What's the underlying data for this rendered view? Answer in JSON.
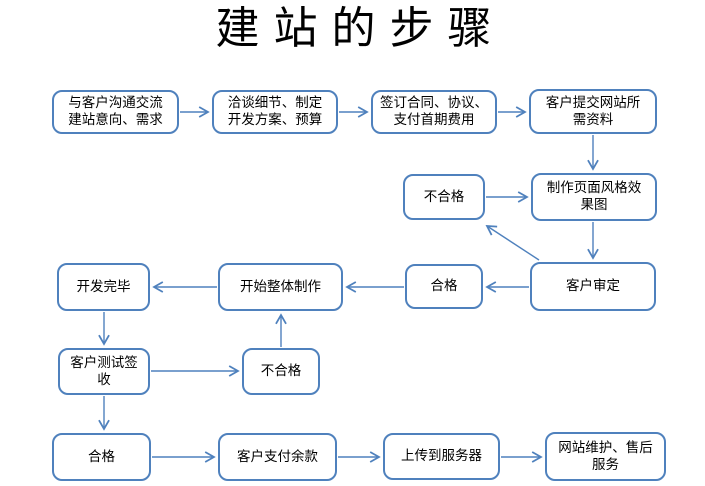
{
  "title": "建站的步骤",
  "diagram_type": "flowchart",
  "colors": {
    "accent": "#4f81bd",
    "background": "#ffffff",
    "text": "#000000"
  },
  "nodes": {
    "contact": {
      "label": "与客户沟通交流\n建站意向、需求"
    },
    "negotiate": {
      "label": "洽谈细节、制定\n开发方案、预算"
    },
    "contract": {
      "label": "签订合同、协议、\n支付首期费用"
    },
    "submit": {
      "label": "客户提交网站所\n需资料"
    },
    "fail_design": {
      "label": "不合格"
    },
    "design": {
      "label": "制作页面风格效\n果图"
    },
    "dev_done": {
      "label": "开发完毕"
    },
    "build": {
      "label": "开始整体制作"
    },
    "pass_review": {
      "label": "合格"
    },
    "review": {
      "label": "客户审定"
    },
    "test": {
      "label": "客户测试签\n收"
    },
    "fail_test": {
      "label": "不合格"
    },
    "pass_test": {
      "label": "合格"
    },
    "payment": {
      "label": "客户支付余款"
    },
    "upload": {
      "label": "上传到服务器"
    },
    "maintain": {
      "label": "网站维护、售后\n服务"
    }
  },
  "edges": [
    {
      "from": "contact",
      "to": "negotiate"
    },
    {
      "from": "negotiate",
      "to": "contract"
    },
    {
      "from": "contract",
      "to": "submit"
    },
    {
      "from": "submit",
      "to": "design"
    },
    {
      "from": "fail_design",
      "to": "design"
    },
    {
      "from": "design",
      "to": "review"
    },
    {
      "from": "review",
      "to": "fail_design"
    },
    {
      "from": "review",
      "to": "pass_review"
    },
    {
      "from": "pass_review",
      "to": "build"
    },
    {
      "from": "build",
      "to": "dev_done"
    },
    {
      "from": "dev_done",
      "to": "test"
    },
    {
      "from": "test",
      "to": "fail_test"
    },
    {
      "from": "fail_test",
      "to": "build"
    },
    {
      "from": "test",
      "to": "pass_test"
    },
    {
      "from": "pass_test",
      "to": "payment"
    },
    {
      "from": "payment",
      "to": "upload"
    },
    {
      "from": "upload",
      "to": "maintain"
    }
  ]
}
